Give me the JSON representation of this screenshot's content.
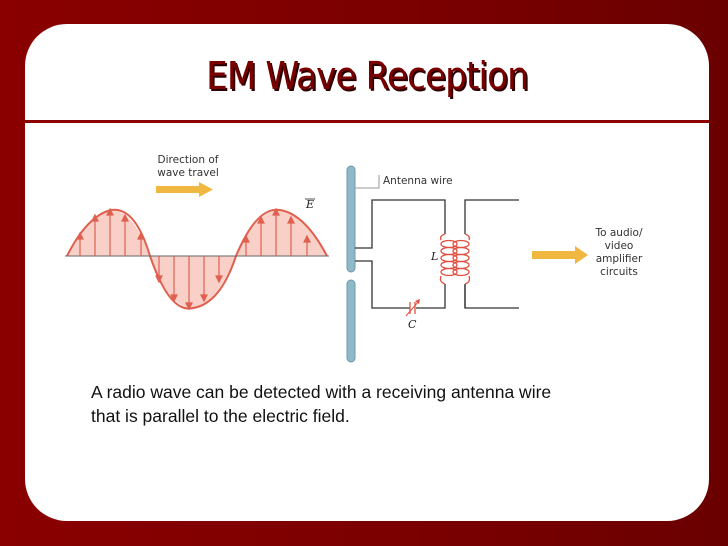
{
  "slide": {
    "title": "EM Wave Reception",
    "caption_line1": "A radio wave can be detected with a receiving antenna wire",
    "caption_line2": "that is parallel to the electric field."
  },
  "diagram": {
    "wave": {
      "direction_label_1": "Direction of",
      "direction_label_2": "wave travel",
      "field_label": "E"
    },
    "circuit": {
      "antenna_label": "Antenna wire",
      "inductor_label": "L",
      "capacitor_label": "C",
      "output_label_1": "To audio/",
      "output_label_2": "video",
      "output_label_3": "amplifier",
      "output_label_4": "circuits"
    }
  },
  "colors": {
    "background": "#7a0000",
    "title": "#7a0000",
    "wave": "#e06050",
    "wave_fill": "#f8d0c8",
    "arrow": "#f0b840",
    "antenna": "#8fb8c8"
  }
}
